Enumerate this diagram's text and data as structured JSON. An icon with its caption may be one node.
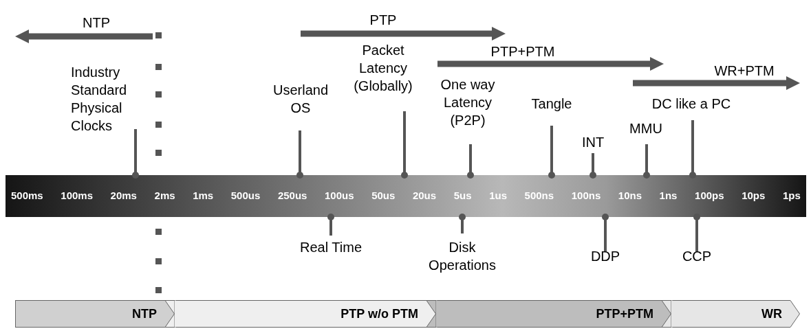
{
  "diagram": {
    "nodes": [
      {
        "text": [
          "Industry Standard Physical Clocks"
        ]
      },
      {
        "text": [
          "Userland OS"
        ]
      },
      {
        "text": [
          "Packet Latency (Globally)"
        ]
      },
      {
        "text": [
          "One way Latency (P2P)"
        ]
      },
      {
        "text": [
          "Tangle"
        ]
      },
      {
        "text": [
          "INT"
        ]
      },
      {
        "text": [
          "MMU"
        ]
      },
      {
        "text": [
          "DC like a PC"
        ]
      },
      {
        "text": [
          "Real Time"
        ]
      },
      {
        "text": [
          "Disk Operations"
        ]
      },
      {
        "text": [
          "DDP"
        ]
      },
      {
        "text": [
          "CCP"
        ]
      },
      {
        "text": [
          "NTP"
        ]
      },
      {
        "text": [
          "PTP w/o PTM"
        ]
      },
      {
        "text": [
          "PTP+PTM"
        ]
      },
      {
        "text": [
          "WR"
        ]
      }
    ],
    "edges": [
      {
        "from": 0,
        "to": null,
        "arrow": "other"
      },
      {
        "from": 1,
        "to": null,
        "arrow": "other"
      },
      {
        "from": 2,
        "to": null,
        "arrow": "other"
      },
      {
        "from": 3,
        "to": null,
        "arrow": "other"
      },
      {
        "from": 4,
        "to": null,
        "arrow": "other"
      },
      {
        "from": 5,
        "to": null,
        "arrow": "other"
      },
      {
        "from": 6,
        "to": null,
        "arrow": "other"
      },
      {
        "from": 7,
        "to": null,
        "arrow": "other"
      },
      {
        "from": 8,
        "to": null,
        "arrow": "other"
      },
      {
        "from": 9,
        "to": null,
        "arrow": "other"
      },
      {
        "from": 10,
        "to": null,
        "arrow": "other"
      },
      {
        "from": 11,
        "to": null,
        "arrow": "other"
      }
    ],
    "labels": [
      "NTP",
      "PTP",
      "PTP+PTM",
      "WR+PTM",
      "500ms",
      "100ms",
      "20ms",
      "2ms",
      "1ms",
      "500us",
      "250us",
      "100us",
      "50us",
      "20us",
      "5us",
      "1us",
      "500ns",
      "100ns",
      "10ns",
      "1ns",
      "100ps",
      "10ps",
      "1ps"
    ]
  }
}
